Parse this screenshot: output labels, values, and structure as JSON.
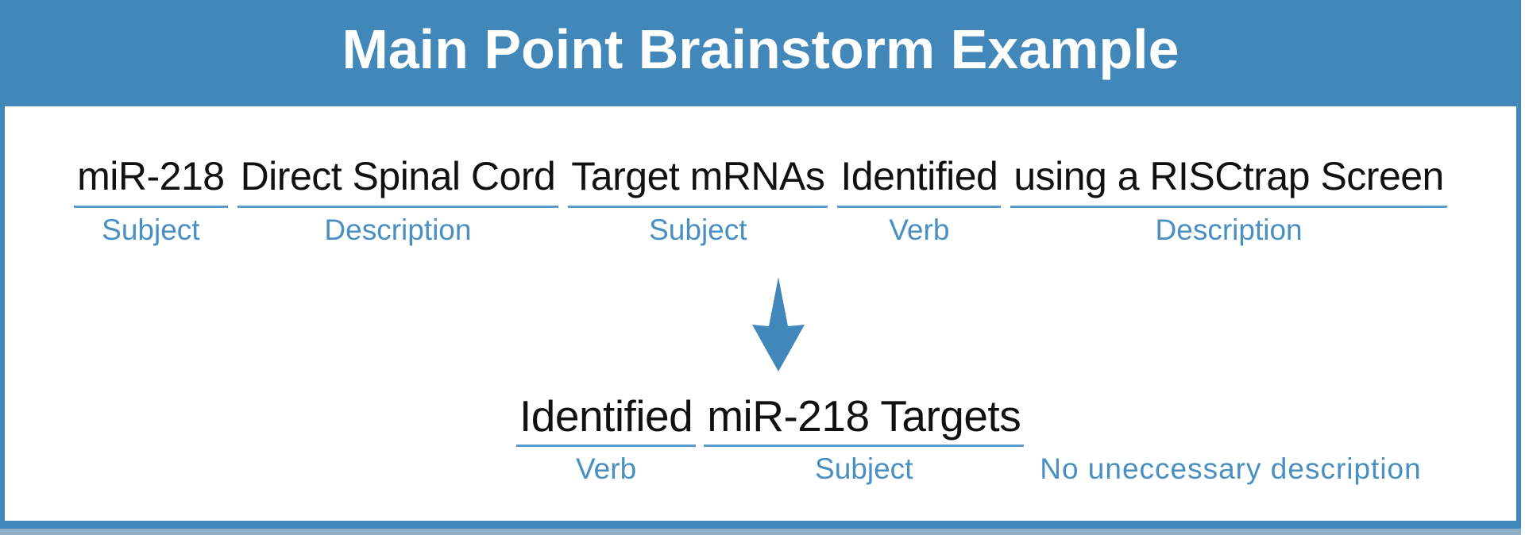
{
  "slide": {
    "title": "Main Point Brainstorm Example",
    "top_sentence": {
      "segments": [
        {
          "text": "miR-218",
          "label": "Subject"
        },
        {
          "text": "Direct Spinal Cord",
          "label": "Description"
        },
        {
          "text": "Target mRNAs",
          "label": "Subject"
        },
        {
          "text": "Identified",
          "label": "Verb"
        },
        {
          "text": "using a RISCtrap Screen",
          "label": "Description"
        }
      ]
    },
    "arrow_icon": "down-arrow",
    "bottom_sentence": {
      "segments": [
        {
          "text": "Identified",
          "label": "Verb"
        },
        {
          "text": "miR-218 Targets",
          "label": "Subject"
        }
      ],
      "note": "No uneccessary description"
    },
    "colors": {
      "primary_blue": "#4187B9",
      "underline_blue": "#5B9BCB",
      "label_blue": "#4A8FC2",
      "text_black": "#111111",
      "backdrop_strip": "#8FAFC9",
      "title_white": "#FFFFFF"
    }
  }
}
